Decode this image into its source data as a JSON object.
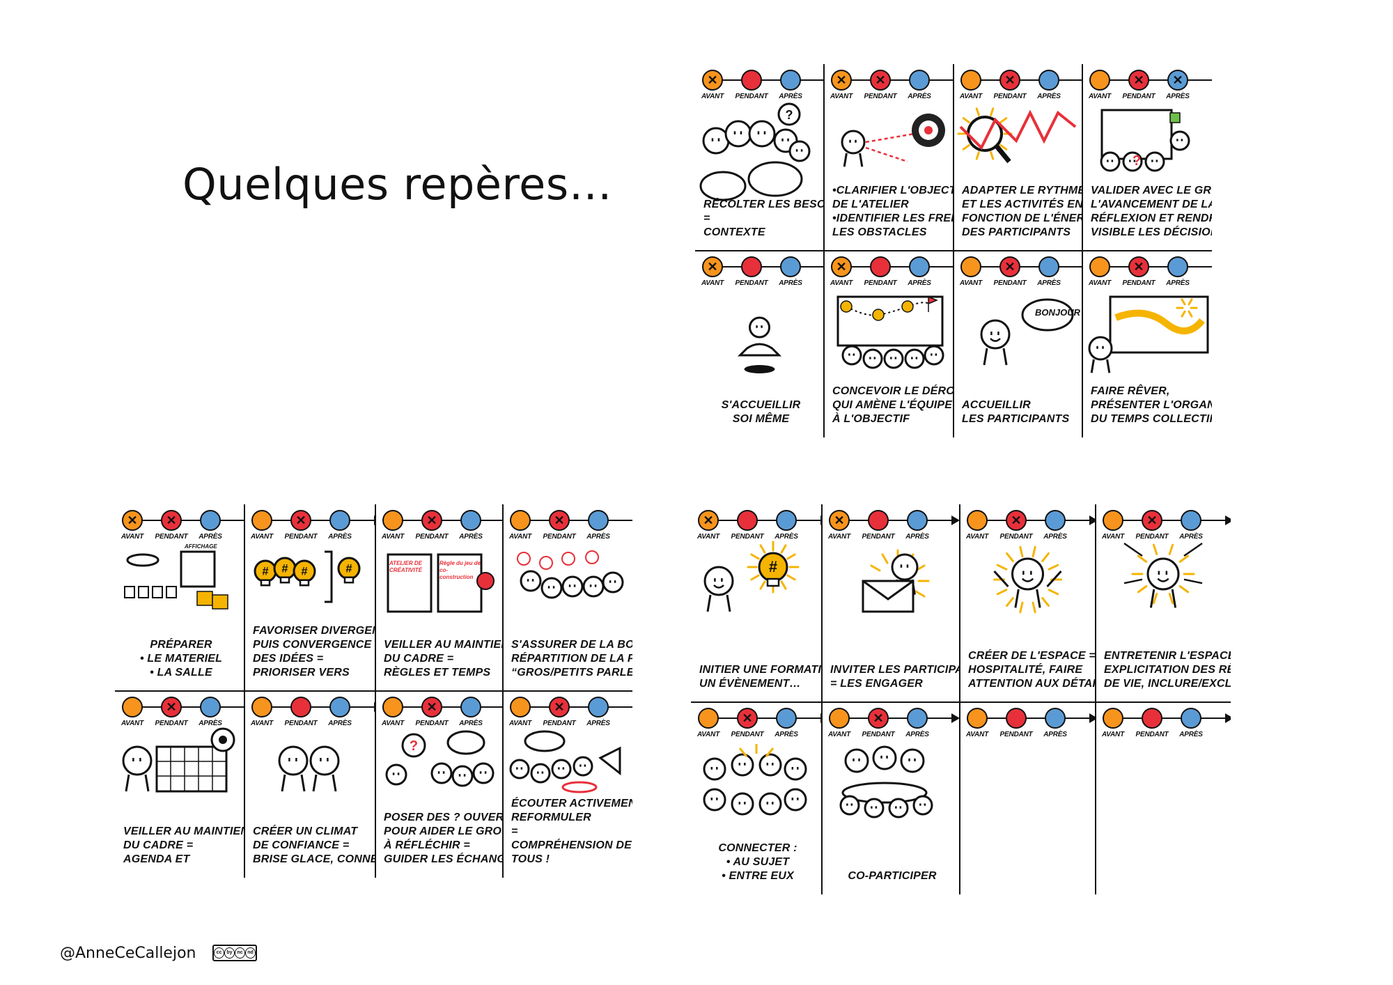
{
  "page": {
    "title": "Quelques repères…"
  },
  "footer": {
    "handle": "@AnneCeCallejon",
    "license_badge": [
      "cc",
      "by",
      "nc",
      "nd"
    ]
  },
  "timeline_labels": [
    "AVANT",
    "PENDANT",
    "APRÈS"
  ],
  "colors": {
    "avant": "#f7941d",
    "pendant": "#e8303a",
    "apres": "#5b9bd5",
    "ink": "#111111",
    "accent_yellow": "#f5b400",
    "accent_red": "#e8303a"
  },
  "panels": {
    "top_right": [
      {
        "marks": [
          true,
          false,
          false
        ],
        "caption": [
          "RÉCOLTER LES BESOINS",
          "=",
          "CONTEXTE"
        ],
        "icon": "crowd-with-notes-icon"
      },
      {
        "marks": [
          true,
          true,
          false
        ],
        "caption": [
          "•CLARIFIER L'OBJECTIF",
          "DE L'ATELIER",
          "•IDENTIFIER LES FREINS,",
          "LES OBSTACLES"
        ],
        "icon": "target-icon"
      },
      {
        "marks": [
          false,
          true,
          false
        ],
        "caption": [
          "ADAPTER LE RYTHME",
          "ET LES ACTIVITÉS EN",
          "FONCTION DE L'ÉNERGIE",
          "DES PARTICIPANTS"
        ],
        "icon": "magnifier-rhythm-icon"
      },
      {
        "marks": [
          false,
          true,
          true
        ],
        "caption": [
          "VALIDER AVEC LE GROUPE",
          "L'AVANCEMENT DE LA",
          "RÉFLEXION ET RENDRE",
          "VISIBLE LES DÉCISIONS"
        ],
        "icon": "board-validation-icon"
      },
      {
        "marks": [
          true,
          false,
          false
        ],
        "caption": [
          "S'ACCUEILLIR",
          "SOI MÊME"
        ],
        "icon": "meditation-icon"
      },
      {
        "marks": [
          true,
          false,
          false
        ],
        "caption": [
          "CONCEVOIR LE DÉROULÉ",
          "QUI AMÈNE L'ÉQUIPE",
          "À L'OBJECTIF"
        ],
        "icon": "roadmap-icon"
      },
      {
        "marks": [
          false,
          true,
          false
        ],
        "caption": [
          "ACCUEILLIR",
          "LES PARTICIPANTS"
        ],
        "speech": "BONJOUR",
        "icon": "greeting-icon"
      },
      {
        "marks": [
          false,
          true,
          false
        ],
        "caption": [
          "FAIRE RÊVER,",
          "PRÉSENTER L'ORGANISATION",
          "DU TEMPS COLLECTIF"
        ],
        "icon": "timeline-board-icon"
      }
    ],
    "bottom_left": [
      {
        "marks": [
          true,
          true,
          false
        ],
        "caption": [
          "PRÉPARER",
          "• Le materiel",
          "• La salle"
        ],
        "note": "AFFICHAGE",
        "icon": "room-setup-icon"
      },
      {
        "marks": [
          false,
          true,
          false
        ],
        "caption": [
          "FAVORISER DIVERGENCE",
          "PUIS CONVERGENCE",
          "DES IDÉES =",
          "PRIORISER VERS"
        ],
        "icon": "lightbulbs-icon"
      },
      {
        "marks": [
          false,
          true,
          false
        ],
        "caption": [
          "VEILLER AU MAINTIEN",
          "DU CADRE =",
          "RÈGLES ET TEMPS"
        ],
        "sheet_left": "ATELIER DE CRÉATIVITÉ",
        "sheet_right": "Règle du jeu de co-construction",
        "icon": "rules-sheets-icon"
      },
      {
        "marks": [
          false,
          true,
          false
        ],
        "caption": [
          "S'ASSURER DE LA BONNE",
          "RÉPARTITION DE LA PAROLE =",
          "“GROS/PETITS PARLEURS…”"
        ],
        "icon": "speaking-order-icon"
      },
      {
        "marks": [
          false,
          true,
          false
        ],
        "caption": [
          "VEILLER AU MAINTIEN",
          "DU CADRE =",
          "AGENDA et"
        ],
        "icon": "agenda-icon"
      },
      {
        "marks": [
          false,
          false,
          false
        ],
        "caption": [
          "CRÉER UN CLIMAT",
          "DE CONFIANCE =",
          "BRISE GLACE, CONNEXION"
        ],
        "icon": "two-people-icon"
      },
      {
        "marks": [
          false,
          true,
          false
        ],
        "caption": [
          "POSER DES ? OUVERTES",
          "POUR AIDER LE GROUPE",
          "À RÉFLÉCHIR =",
          "GUIDER LES ÉCHANGES"
        ],
        "icon": "questions-icon"
      },
      {
        "marks": [
          false,
          true,
          false
        ],
        "caption": [
          "ÉCOUTER ACTIVEMENT ET",
          "REFORMULER",
          "=",
          "COMPRÉHENSION DE",
          "TOUS !"
        ],
        "icon": "megaphone-icon"
      }
    ],
    "bottom_right": [
      {
        "marks": [
          true,
          false,
          false
        ],
        "caption": [
          "INITIER UNE FORMATION,",
          "UN ÉVÈNEMENT…"
        ],
        "icon": "idea-person-icon"
      },
      {
        "marks": [
          true,
          false,
          false
        ],
        "caption": [
          "INVITER LES PARTICIPANTS",
          "= LES ENGAGER"
        ],
        "icon": "envelope-icon"
      },
      {
        "marks": [
          false,
          true,
          false
        ],
        "caption": [
          "CRÉER DE L'ESPACE =",
          "HOSPITALITÉ, FAIRE",
          "ATTENTION AUX DÉTAILS…"
        ],
        "icon": "welcome-person-icon"
      },
      {
        "marks": [
          false,
          true,
          false
        ],
        "caption": [
          "ENTRETENIR L'ESPACE =",
          "EXPLICITATION DES RÈGLES",
          "DE VIE, INCLURE/EXCLURE"
        ],
        "icon": "radiating-person-icon"
      },
      {
        "marks": [
          false,
          true,
          false
        ],
        "caption": [
          "CONNECTER :",
          "• AU SUJET",
          "• ENTRE EUX"
        ],
        "icon": "connect-group-icon"
      },
      {
        "marks": [
          false,
          true,
          false
        ],
        "caption": [
          "CO-PARTICIPER"
        ],
        "icon": "round-table-icon"
      },
      {
        "marks": [
          false,
          false,
          false
        ],
        "caption": [],
        "icon": ""
      },
      {
        "marks": [
          false,
          false,
          false
        ],
        "caption": [],
        "icon": ""
      }
    ]
  }
}
